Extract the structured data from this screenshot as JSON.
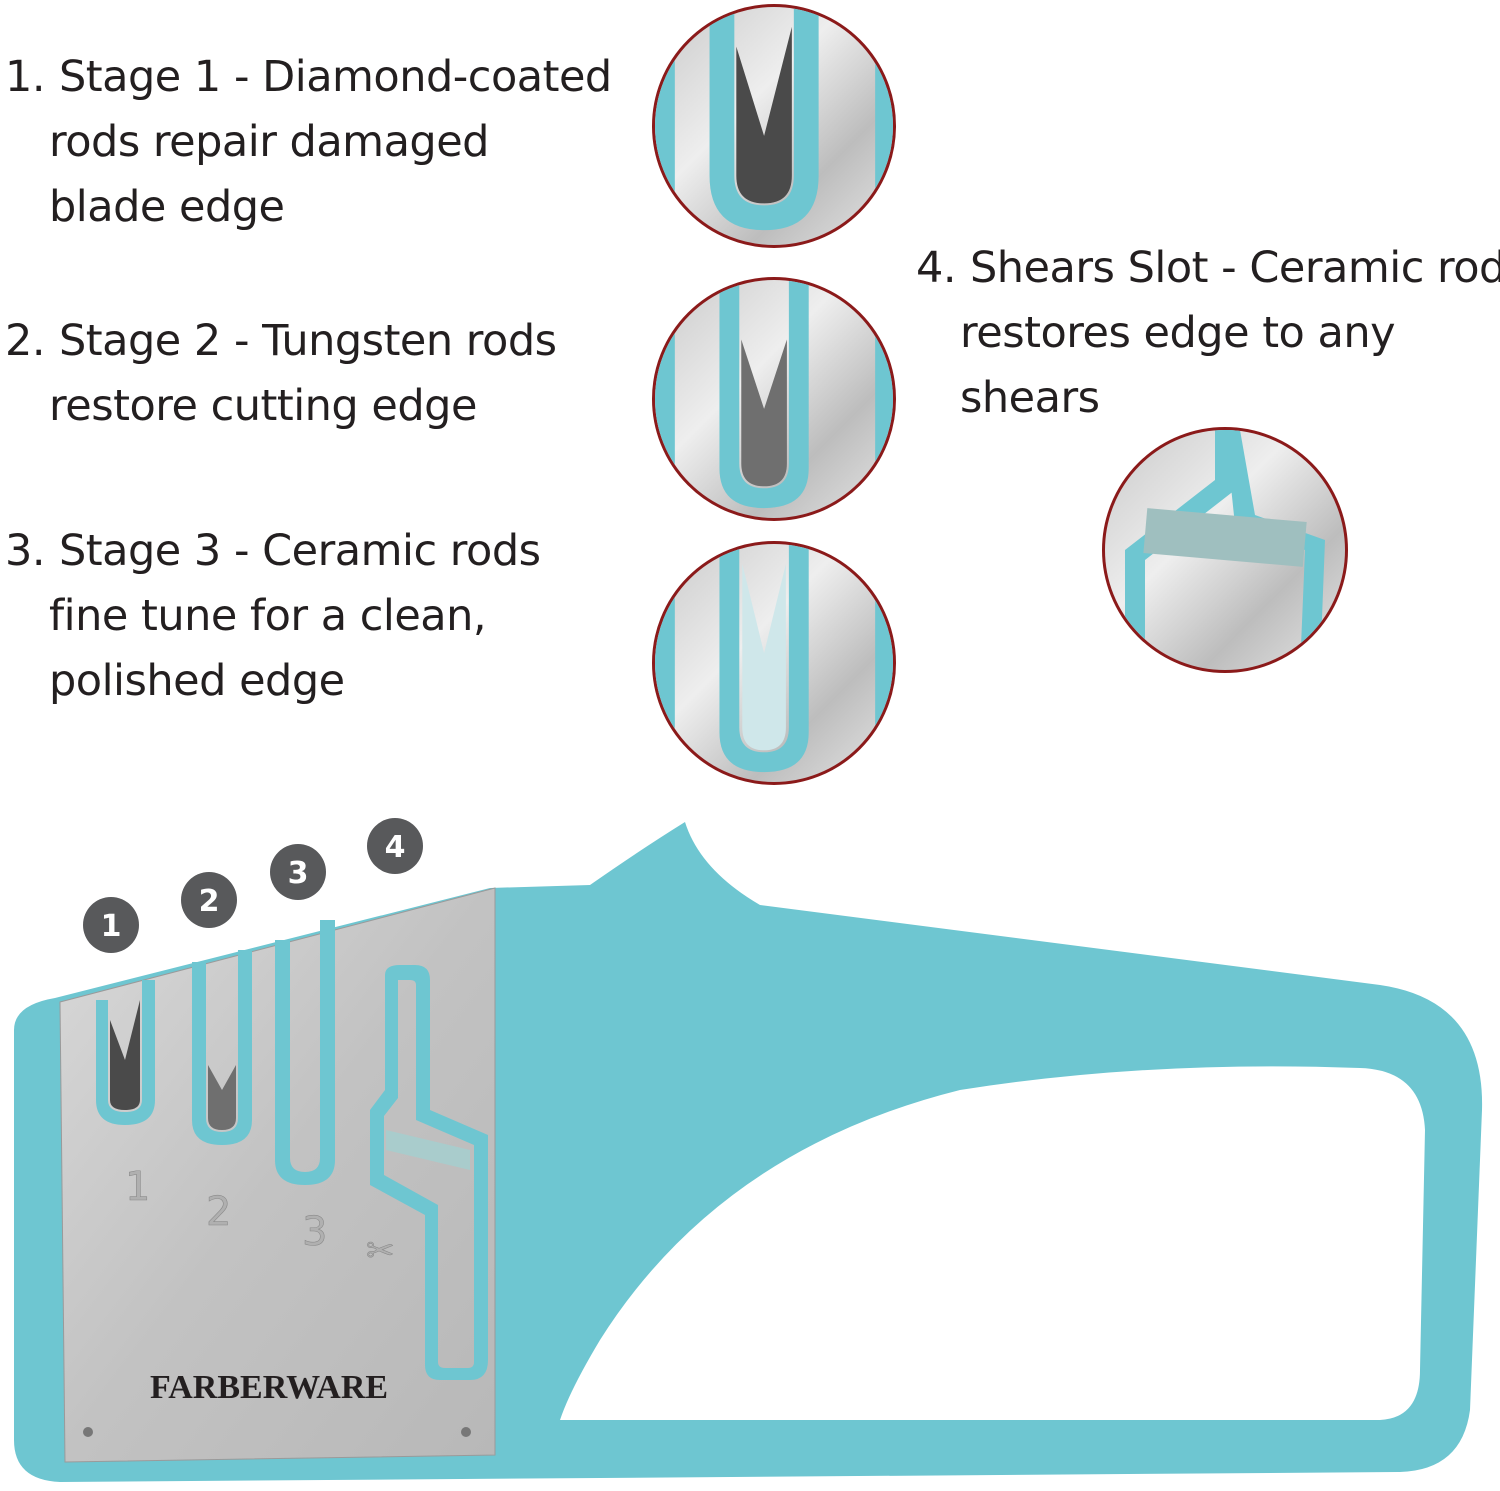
{
  "features": [
    {
      "number": "1.",
      "lines": [
        "Stage 1 - Diamond-coated",
        "rods repair damaged",
        "blade edge"
      ]
    },
    {
      "number": "2.",
      "lines": [
        "Stage 2 - Tungsten rods",
        "restore cutting edge"
      ]
    },
    {
      "number": "3.",
      "lines": [
        "Stage 3 - Ceramic rods",
        "fine tune for a clean,",
        "polished edge"
      ]
    },
    {
      "number": "4.",
      "lines": [
        "Shears Slot - Ceramic rod",
        "restores edge to any",
        "shears"
      ]
    }
  ],
  "product": {
    "brand": "FARBERWARE",
    "badges": [
      "1",
      "2",
      "3",
      "4"
    ],
    "engraved_labels": [
      "1",
      "2",
      "3"
    ]
  },
  "colors": {
    "teal": "#6ec6d1",
    "callout_border": "#8b1a1a",
    "badge": "#58595b",
    "steel": "#c8c8c8"
  }
}
